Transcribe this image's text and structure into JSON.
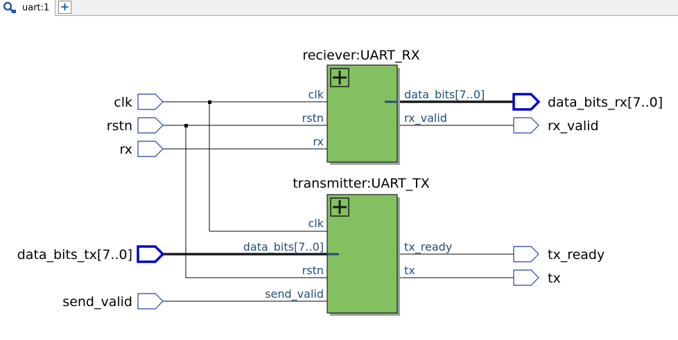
{
  "tabs": [
    {
      "label": "uart:1"
    }
  ],
  "new_tab_label": "+",
  "icons": {
    "tab": "rtl-viewer-icon",
    "expand": "expand-plus-icon"
  },
  "colors": {
    "block_fill": "#83c160",
    "bus_port": "#0000cc",
    "pin_label": "#1f4e79",
    "wire": "#000000"
  },
  "inputs": [
    "clk",
    "rstn",
    "rx",
    "data_bits_tx[7..0]",
    "send_valid"
  ],
  "outputs": [
    "data_bits_rx[7..0]",
    "rx_valid",
    "tx_ready",
    "tx"
  ],
  "blocks": [
    {
      "title": "reciever:UART_RX",
      "left_pins": [
        "clk",
        "rstn",
        "rx"
      ],
      "right_pins": [
        "data_bits[7..0]",
        "rx_valid"
      ]
    },
    {
      "title": "transmitter:UART_TX",
      "left_pins": [
        "clk",
        "data_bits[7..0]",
        "rstn",
        "send_valid"
      ],
      "right_pins": [
        "tx_ready",
        "tx"
      ]
    }
  ]
}
